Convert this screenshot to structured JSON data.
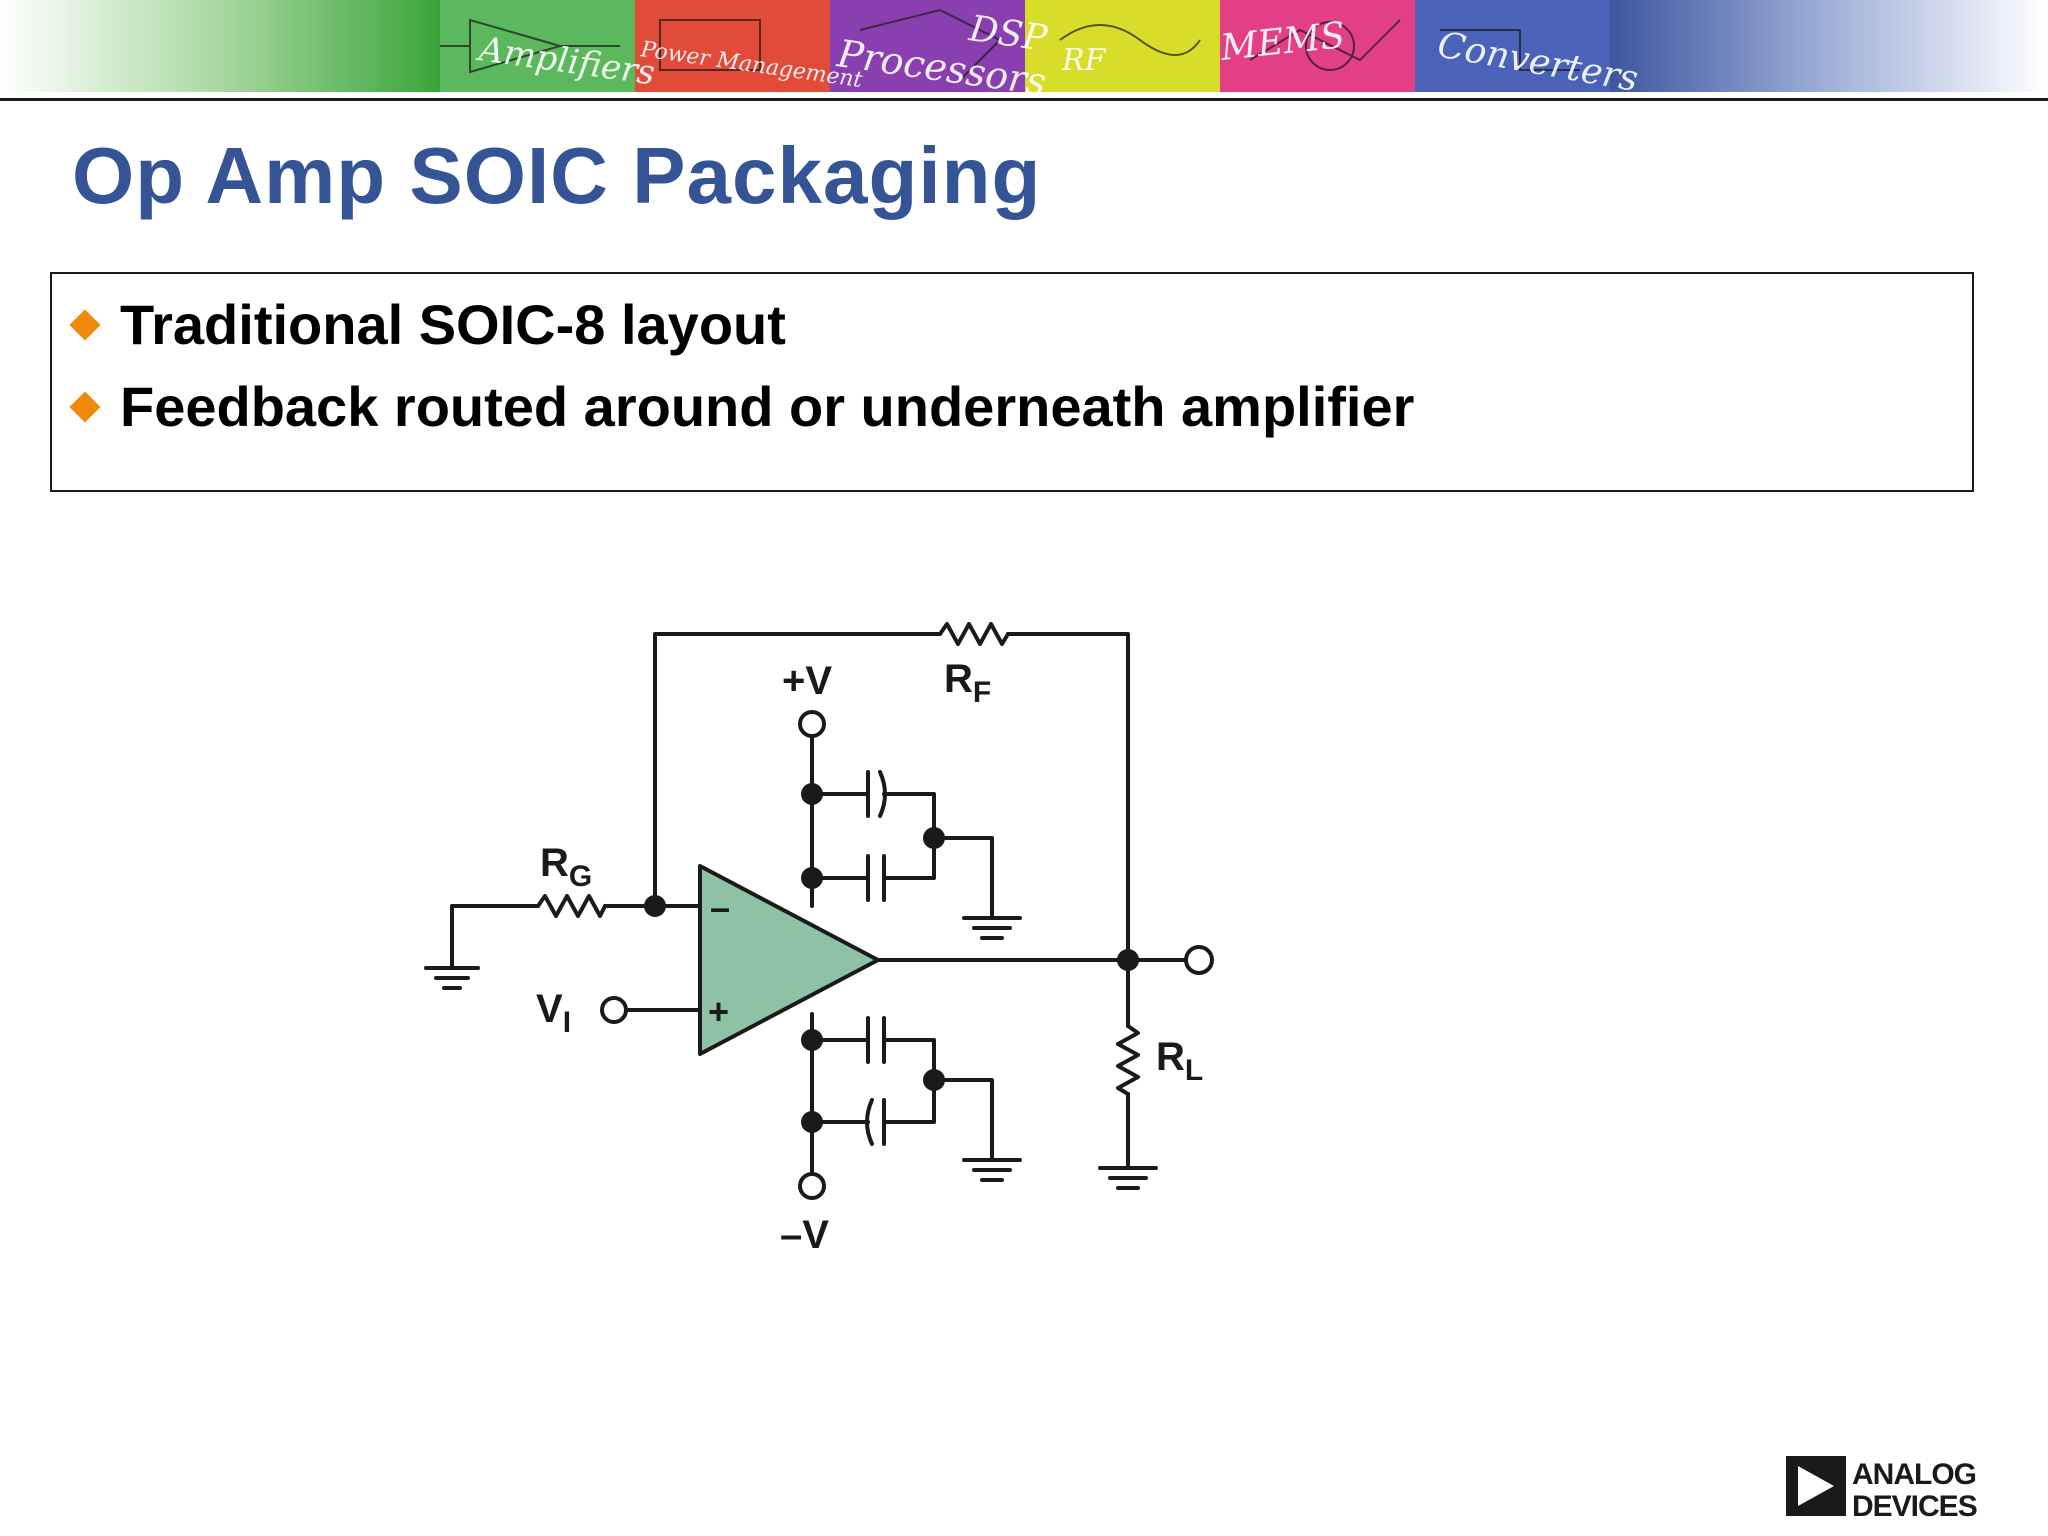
{
  "header": {
    "banner_labels": [
      "Amplifiers",
      "Power Management",
      "Processors",
      "DSP",
      "RF",
      "MEMS",
      "Converters"
    ],
    "banner_colors": [
      "#4caf50",
      "#e53935",
      "#8e24aa",
      "#e6e600",
      "#e91e63",
      "#3f51b5"
    ]
  },
  "slide": {
    "title": "Op Amp SOIC Packaging",
    "bullets": [
      "Traditional SOIC-8 layout",
      "Feedback routed around or underneath amplifier"
    ],
    "accent_color": "#f0890a",
    "title_color": "#355496"
  },
  "circuit": {
    "rf": {
      "main": "R",
      "sub": "F"
    },
    "rg": {
      "main": "R",
      "sub": "G"
    },
    "rl": {
      "main": "R",
      "sub": "L"
    },
    "vi": {
      "main": "V",
      "sub": "I"
    },
    "vpos": "+V",
    "vneg": "–V",
    "minus": "–",
    "plus": "+",
    "opamp_fill": "#8fc1a4"
  },
  "logo": {
    "line1": "ANALOG",
    "line2": "DEVICES"
  }
}
